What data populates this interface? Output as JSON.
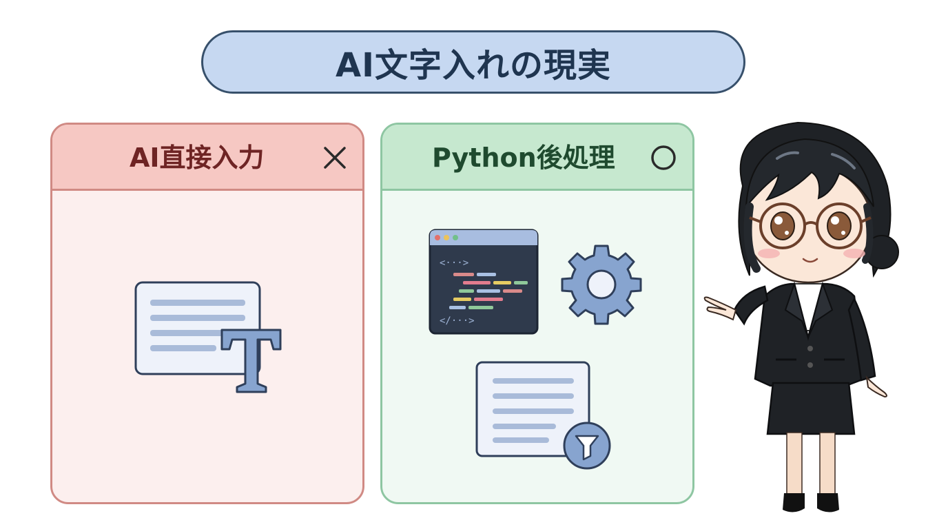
{
  "title": "AI文字入れの現実",
  "panels": {
    "left": {
      "title": "AI直接入力",
      "verdict_icon": "cross-mark-icon",
      "illustration": [
        "document-icon",
        "text-T-icon"
      ],
      "accent": "#d08a84"
    },
    "right": {
      "title": "Python後処理",
      "verdict_icon": "circle-mark-icon",
      "illustration": [
        "code-window-icon",
        "gear-icon",
        "document-icon",
        "filter-icon"
      ],
      "accent": "#8ec6a2"
    }
  },
  "character": "presenter-character",
  "colors": {
    "title_bg": "#c6d8f1",
    "title_border": "#37506b",
    "left_header_bg": "#f6c8c3",
    "right_header_bg": "#c6e8cf",
    "icon_fill": "#87a4cf",
    "icon_stroke": "#2f3f5a"
  }
}
